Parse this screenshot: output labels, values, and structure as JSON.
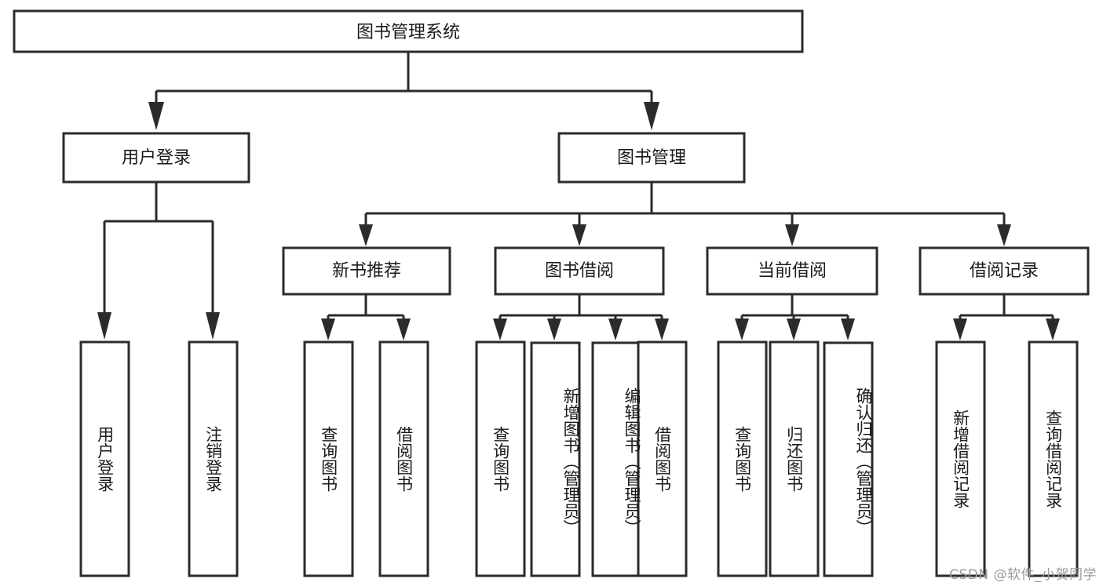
{
  "diagram": {
    "title": "图书管理系统",
    "type": "hierarchy-tree",
    "watermark": "CSDN @软件_小贺同学",
    "colors": {
      "stroke": "#2b2b2b",
      "fill": "#ffffff",
      "text": "#1a1a1a",
      "watermark": "#9a9a9a"
    },
    "root": {
      "id": "root",
      "label": "图书管理系统"
    },
    "level2": [
      {
        "id": "user-login",
        "label": "用户登录"
      },
      {
        "id": "book-manage",
        "label": "图书管理"
      }
    ],
    "level3": [
      {
        "id": "new-book-rec",
        "label": "新书推荐",
        "parent": "book-manage"
      },
      {
        "id": "book-borrow",
        "label": "图书借阅",
        "parent": "book-manage"
      },
      {
        "id": "current-borrow",
        "label": "当前借阅",
        "parent": "book-manage"
      },
      {
        "id": "borrow-record",
        "label": "借阅记录",
        "parent": "book-manage"
      }
    ],
    "leaves": [
      {
        "id": "leaf-user-login",
        "label": "用户登录",
        "parent": "user-login"
      },
      {
        "id": "leaf-logout",
        "label": "注销登录",
        "parent": "user-login"
      },
      {
        "id": "leaf-query-book-1",
        "label": "查询图书",
        "parent": "new-book-rec"
      },
      {
        "id": "leaf-borrow-book-1",
        "label": "借阅图书",
        "parent": "new-book-rec"
      },
      {
        "id": "leaf-query-book-2",
        "label": "查询图书",
        "parent": "book-borrow"
      },
      {
        "id": "leaf-add-book",
        "label": "新增图书（管理员）",
        "parent": "book-borrow"
      },
      {
        "id": "leaf-edit-book",
        "label": "编辑图书（管理员）",
        "parent": "book-borrow"
      },
      {
        "id": "leaf-borrow-book-2",
        "label": "借阅图书",
        "parent": "book-borrow"
      },
      {
        "id": "leaf-query-book-3",
        "label": "查询图书",
        "parent": "current-borrow"
      },
      {
        "id": "leaf-return-book",
        "label": "归还图书",
        "parent": "current-borrow"
      },
      {
        "id": "leaf-confirm-return",
        "label": "确认归还（管理员）",
        "parent": "current-borrow"
      },
      {
        "id": "leaf-add-record",
        "label": "新增借阅记录",
        "parent": "borrow-record"
      },
      {
        "id": "leaf-query-record",
        "label": "查询借阅记录",
        "parent": "borrow-record"
      }
    ]
  }
}
